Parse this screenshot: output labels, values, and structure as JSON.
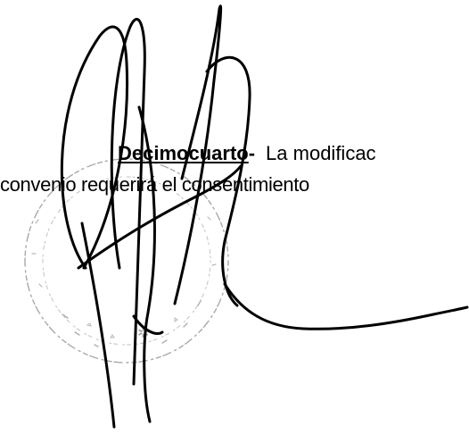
{
  "document": {
    "clause_heading": "Decimocuarto",
    "clause_dash": "-",
    "line_1_text": "La modificac",
    "line_2_text": "convenio requerirá el consentimiento"
  },
  "signature": {
    "ink_color": "#000000"
  },
  "stamp": {
    "color": "#9a9a9a"
  }
}
